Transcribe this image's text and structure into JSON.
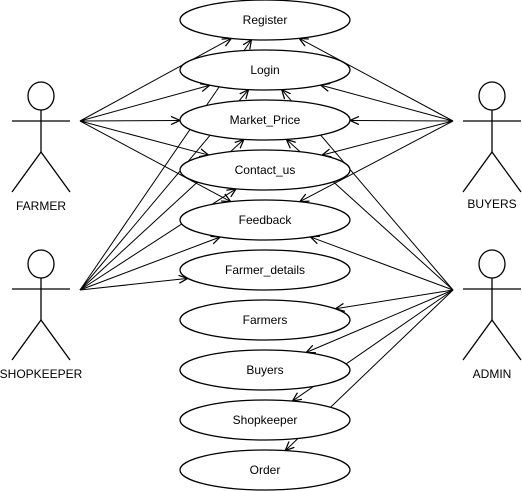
{
  "actors": [
    {
      "id": "farmer",
      "label": "FARMER"
    },
    {
      "id": "shopkeeper",
      "label": "SHOPKEEPER"
    },
    {
      "id": "buyers",
      "label": "BUYERS"
    },
    {
      "id": "admin",
      "label": "ADMIN"
    }
  ],
  "use_cases": [
    {
      "id": "register",
      "label": "Register"
    },
    {
      "id": "login",
      "label": "Login"
    },
    {
      "id": "market_price",
      "label": "Market_Price"
    },
    {
      "id": "contact_us",
      "label": "Contact_us"
    },
    {
      "id": "feedback",
      "label": "Feedback"
    },
    {
      "id": "farmer_details",
      "label": "Farmer_details"
    },
    {
      "id": "farmers",
      "label": "Farmers"
    },
    {
      "id": "buyers_uc",
      "label": "Buyers"
    },
    {
      "id": "shopkeeper_uc",
      "label": "Shopkeeper"
    },
    {
      "id": "order",
      "label": "Order"
    }
  ],
  "associations": [
    {
      "from": "farmer",
      "to": "register"
    },
    {
      "from": "farmer",
      "to": "login"
    },
    {
      "from": "farmer",
      "to": "market_price"
    },
    {
      "from": "farmer",
      "to": "contact_us"
    },
    {
      "from": "farmer",
      "to": "feedback"
    },
    {
      "from": "shopkeeper",
      "to": "register"
    },
    {
      "from": "shopkeeper",
      "to": "login"
    },
    {
      "from": "shopkeeper",
      "to": "market_price"
    },
    {
      "from": "shopkeeper",
      "to": "contact_us"
    },
    {
      "from": "shopkeeper",
      "to": "feedback"
    },
    {
      "from": "shopkeeper",
      "to": "farmer_details"
    },
    {
      "from": "buyers",
      "to": "register"
    },
    {
      "from": "buyers",
      "to": "login"
    },
    {
      "from": "buyers",
      "to": "market_price"
    },
    {
      "from": "buyers",
      "to": "contact_us"
    },
    {
      "from": "buyers",
      "to": "feedback"
    },
    {
      "from": "admin",
      "to": "login"
    },
    {
      "from": "admin",
      "to": "market_price"
    },
    {
      "from": "admin",
      "to": "feedback"
    },
    {
      "from": "admin",
      "to": "farmers"
    },
    {
      "from": "admin",
      "to": "buyers_uc"
    },
    {
      "from": "admin",
      "to": "shopkeeper_uc"
    },
    {
      "from": "admin",
      "to": "order"
    }
  ]
}
